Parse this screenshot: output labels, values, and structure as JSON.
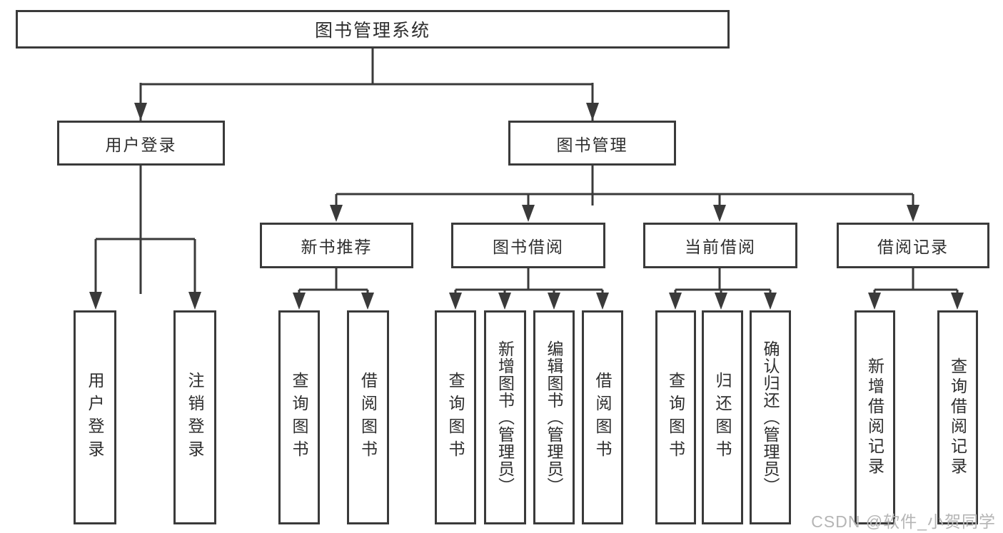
{
  "tree": {
    "root": {
      "label": "图书管理系统"
    },
    "branches": [
      {
        "label": "用户登录",
        "children": [
          "用户登录",
          "注销登录"
        ]
      },
      {
        "label": "图书管理",
        "sections": [
          {
            "label": "新书推荐",
            "children": [
              "查询图书",
              "借阅图书"
            ]
          },
          {
            "label": "图书借阅",
            "children": [
              "查询图书",
              "新增图书（管理员）",
              "编辑图书（管理员）",
              "借阅图书"
            ]
          },
          {
            "label": "当前借阅",
            "children": [
              "查询图书",
              "归还图书",
              "确认归还（管理员）"
            ]
          },
          {
            "label": "借阅记录",
            "children": [
              "新增借阅记录",
              "查询借阅记录"
            ]
          }
        ]
      }
    ]
  },
  "watermark": {
    "text": "CSDN @软件_小贺同学",
    "color": "#b5b5b5"
  },
  "colors": {
    "line": "#3a3a3a",
    "text": "#2e2e2e",
    "box_background": "#ffffff",
    "page_background": "#ffffff"
  }
}
